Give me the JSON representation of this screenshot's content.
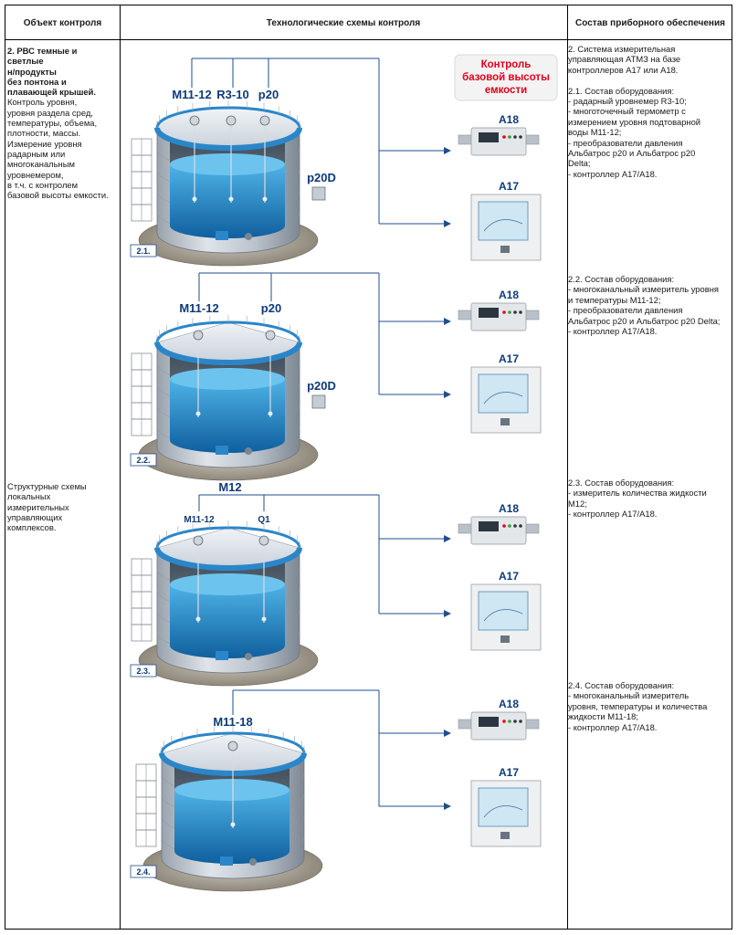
{
  "header": {
    "col1": "Объект контроля",
    "col2": "Технологические схемы контроля",
    "col3": "Состав приборного обеспечения"
  },
  "object": {
    "title_lines": [
      "2. РВС темные и",
      "светлые",
      "н/продукты",
      "без понтона и",
      "плавающей крышей."
    ],
    "desc_lines": [
      "Контроль уровня,",
      "уровня раздела сред,",
      "температуры, объема,",
      "плотности, массы.",
      "Измерение уровня",
      "радарным или",
      "многоканальным",
      "уровнемером,",
      "в т.ч. с контролем",
      "базовой высоты емкости."
    ],
    "structural_lines": [
      "Структурные схемы",
      "локальных",
      "измерительных",
      "управляющих",
      "комплексов."
    ]
  },
  "highlight": {
    "lines": [
      "Контроль",
      "базовой высоты",
      "емкости"
    ]
  },
  "schemes": [
    {
      "badge": "2.1.",
      "labels": [
        "M11-12",
        "R3-10",
        "p20"
      ],
      "side_label": "p20D",
      "ctrl_top": "A18",
      "ctrl_bottom": "A17"
    },
    {
      "badge": "2.2.",
      "labels": [
        "M11-12",
        "p20"
      ],
      "side_label": "p20D",
      "ctrl_top": "A18",
      "ctrl_bottom": "A17"
    },
    {
      "badge": "2.3.",
      "labels": [
        "M11-12",
        "Q1"
      ],
      "top_label": "M12",
      "ctrl_top": "A18",
      "ctrl_bottom": "A17"
    },
    {
      "badge": "2.4.",
      "labels": [
        "M11-18"
      ],
      "ctrl_top": "A18",
      "ctrl_bottom": "A17"
    }
  ],
  "equipment": [
    {
      "lines": [
        "2. Система измерительная",
        "управляющая АТМЗ на базе",
        "контроллеров А17 или А18.",
        "",
        "2.1. Состав оборудования:",
        "- радарный уровнемер R3-10;",
        "- многоточечный термометр с",
        "измерением уровня подтоварной",
        "воды М11-12;",
        "- преобразователи давления",
        "Альбатрос р20 и Альбатрос р20",
        "Delta;",
        "- контроллер А17/А18."
      ]
    },
    {
      "lines": [
        "2.2. Состав оборудования:",
        "- многоканальный измеритель уровня",
        "и температуры М11-12;",
        "- преобразователи давления",
        "Альбатрос р20 и Альбатрос р20 Delta;",
        "- контроллер А17/А18."
      ]
    },
    {
      "lines": [
        "2.3. Состав оборудования:",
        "- измеритель количества жидкости",
        "М12;",
        "- контроллер А17/А18."
      ]
    },
    {
      "lines": [
        "2.4. Состав оборудования:",
        "- многоканальный измеритель",
        "уровня, температуры и количества",
        "жидкости М11-18;",
        "- контроллер А17/А18."
      ]
    }
  ],
  "colors": {
    "label_blue": "#0d3a78",
    "tank_blue": "#2a86c9",
    "highlight_red": "#e3001b",
    "line_blue": "#1f4e8c"
  }
}
